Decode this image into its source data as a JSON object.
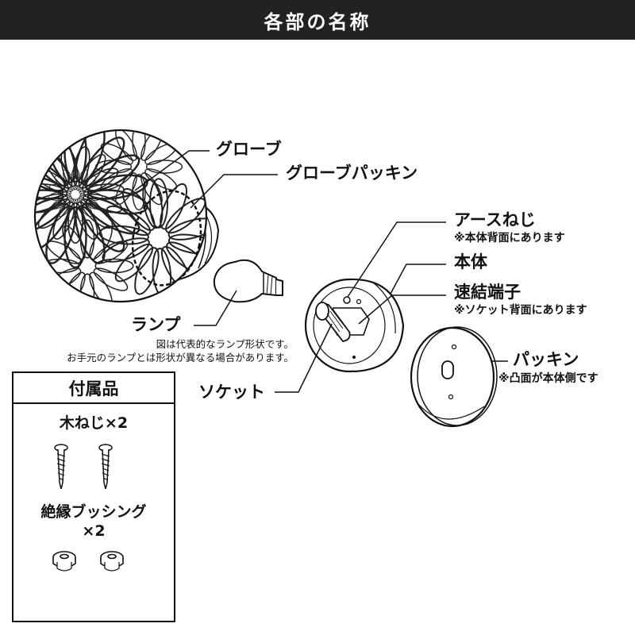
{
  "header": {
    "title": "各部の名称"
  },
  "labels": {
    "globe": "グローブ",
    "globe_packing": "グローブパッキン",
    "earth_screw": "アースねじ",
    "earth_screw_note": "※本体背面にあります",
    "body": "本体",
    "connector": "速結端子",
    "connector_note": "※ソケット背面にあります",
    "packing": "パッキン",
    "packing_note": "※凸面が本体側です",
    "lamp": "ランプ",
    "socket": "ソケット"
  },
  "lamp_note": {
    "line1": "図は代表的なランプ形状です。",
    "line2": "お手元のランプとは形状が異なる場合があります。"
  },
  "accessories": {
    "title": "付属品",
    "screws_label": "木ねじ×2",
    "bushing_label_line1": "絶縁ブッシング",
    "bushing_label_line2": "×2"
  },
  "icons": [
    "globe-icon",
    "lamp-bulb-icon",
    "socket-body-icon",
    "packing-plate-icon",
    "wood-screw-icon",
    "insulating-bushing-icon"
  ],
  "colors": {
    "title_bar": "#222222",
    "line": "#111111",
    "background": "#ffffff"
  }
}
